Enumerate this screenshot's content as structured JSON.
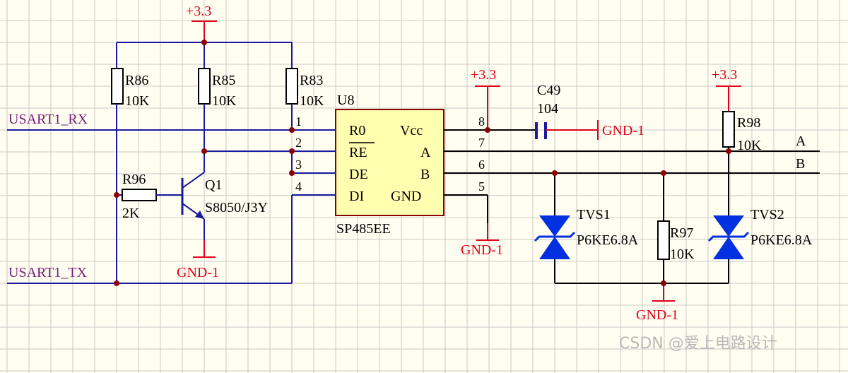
{
  "nets": {
    "rx": "USART1_RX",
    "tx": "USART1_TX",
    "a": "A",
    "b": "B"
  },
  "power": {
    "vcc": "+3.3",
    "gnd": "GND-1"
  },
  "ic": {
    "ref": "U8",
    "part": "SP485EE",
    "pins_left": [
      {
        "num": "1",
        "name": "R0"
      },
      {
        "num": "2",
        "name": "RE"
      },
      {
        "num": "3",
        "name": "DE"
      },
      {
        "num": "4",
        "name": "DI"
      }
    ],
    "pins_right": [
      {
        "num": "8",
        "name": "Vcc"
      },
      {
        "num": "7",
        "name": "A"
      },
      {
        "num": "6",
        "name": "B"
      },
      {
        "num": "5",
        "name": "GND"
      }
    ]
  },
  "resistors": {
    "r86": {
      "ref": "R86",
      "value": "10K"
    },
    "r85": {
      "ref": "R85",
      "value": "10K"
    },
    "r83": {
      "ref": "R83",
      "value": "10K"
    },
    "r96": {
      "ref": "R96",
      "value": "2K"
    },
    "r97": {
      "ref": "R97",
      "value": "10K"
    },
    "r98": {
      "ref": "R98",
      "value": "10K"
    }
  },
  "transistor": {
    "ref": "Q1",
    "part": "S8050/J3Y"
  },
  "capacitor": {
    "ref": "C49",
    "value": "104"
  },
  "tvs": [
    {
      "ref": "TVS1",
      "part": "P6KE6.8A"
    },
    {
      "ref": "TVS2",
      "part": "P6KE6.8A"
    }
  ],
  "watermark": "CSDN @爱上电路设计",
  "colors": {
    "background": "#fffef0",
    "grid": "#c8c8c8",
    "wire": "#1a1aa0",
    "power": "#e0001a",
    "net_label": "#7a1a7a",
    "ic_fill": "#ffffb0",
    "diode": "#0030e0",
    "junction": "#8b0000"
  }
}
